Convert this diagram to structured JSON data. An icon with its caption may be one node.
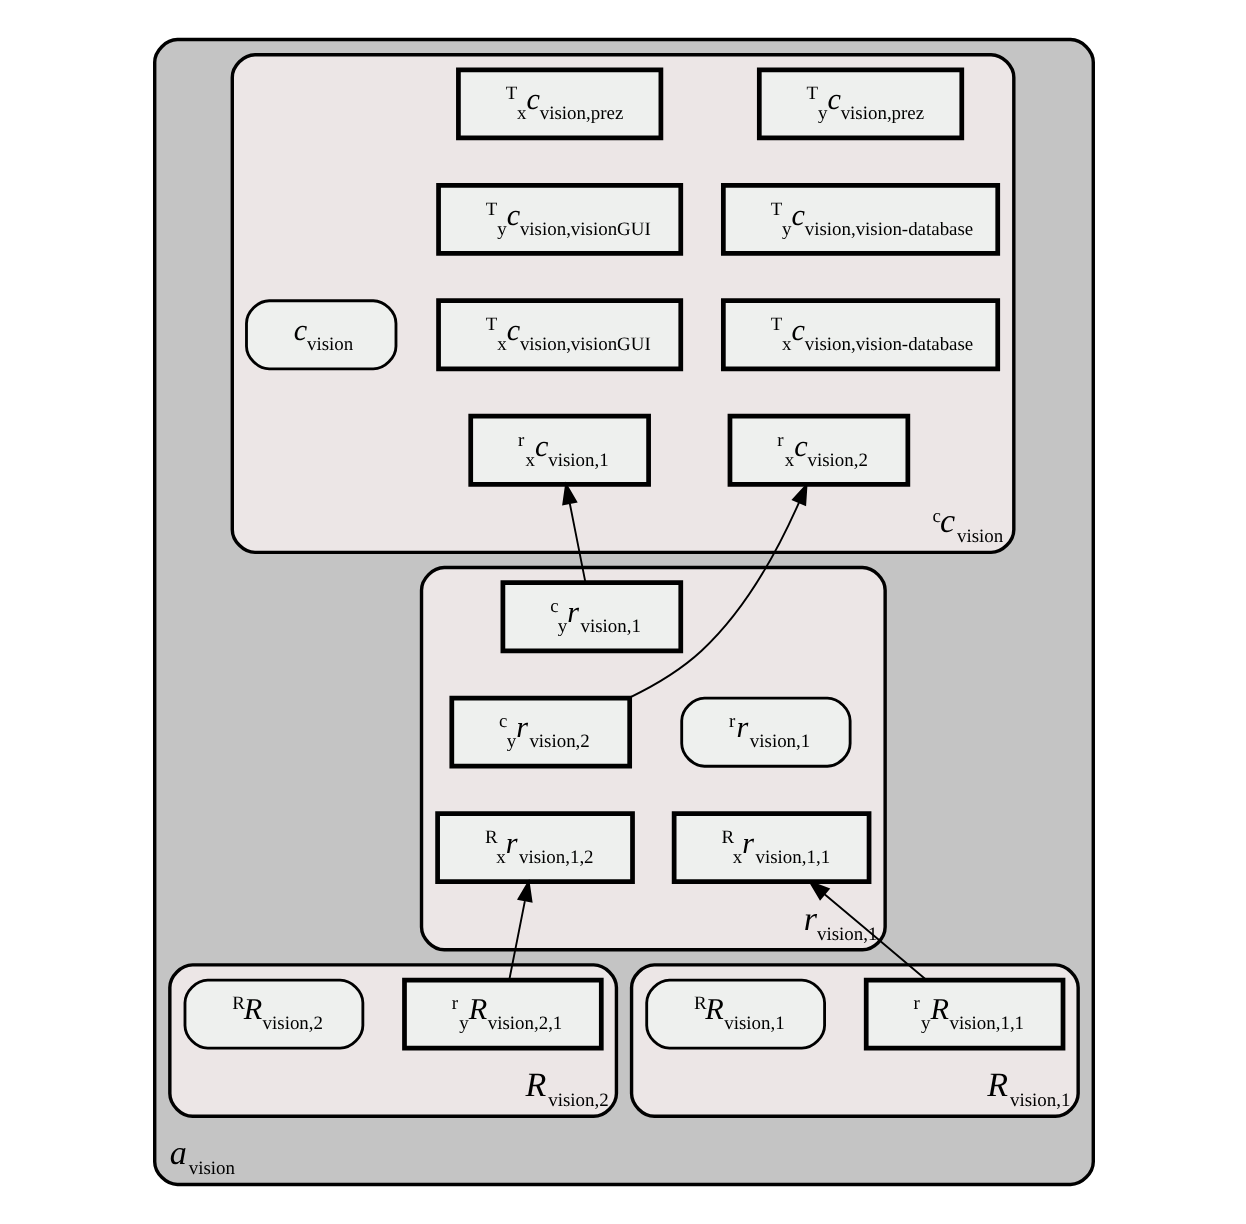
{
  "diagram": {
    "nodes": [
      {
        "text": [
          "*a*$_{vision}$"
        ]
      },
      {
        "text": [
          "$^{c}$*c*$_{vision}$"
        ],
        "in": 0
      },
      {
        "text": [
          "$^{T}$$_{x}$*c*$_{vision,prez}$"
        ],
        "in": 1
      },
      {
        "text": [
          "$^{T}$$_{y}$*c*$_{vision,prez}$"
        ],
        "in": 1
      },
      {
        "text": [
          "$^{T}$$_{y}$*c*$_{vision,visionGUI}$"
        ],
        "in": 1
      },
      {
        "text": [
          "*c*$_{vision}$"
        ],
        "in": 1
      },
      {
        "text": [
          "$^{T}$$_{y}$*c*$_{vision,vision-database}$"
        ],
        "in": 1
      },
      {
        "text": [
          "$^{T}$$_{x}$*c*$_{vision,visionGUI}$"
        ],
        "in": 1
      },
      {
        "text": [
          "$^{T}$$_{x}$*c*$_{vision,vision-database}$"
        ],
        "in": 1
      },
      {
        "text": [
          "$^{r}$$_{x}$*c*$_{vision,1}$"
        ],
        "in": 1
      },
      {
        "text": [
          "$^{r}$$_{x}$*c*$_{vision,2}$"
        ],
        "in": 1
      },
      {
        "text": [
          "*r*$_{vision,1}$"
        ],
        "in": 0
      },
      {
        "text": [
          "$^{c}$$_{y}$*r*$_{vision,1}$"
        ],
        "in": 11
      },
      {
        "text": [
          "$^{c}$$_{y}$*r*$_{vision,2}$"
        ],
        "in": 11
      },
      {
        "text": [
          "$^{r}$*r*$_{vision,1}$"
        ],
        "in": 11
      },
      {
        "text": [
          "$^{R}$$_{x}$*r*$_{vision,1,1}$"
        ],
        "in": 11
      },
      {
        "text": [
          "$^{R}$$_{x}$*r*$_{vision,1,2}$"
        ],
        "in": 11
      },
      {
        "text": [
          "*R*$_{vision,1}$"
        ],
        "in": 0
      },
      {
        "text": [
          "$^{r}$$_{y}$*R*$_{vision,1,1}$"
        ],
        "in": 17
      },
      {
        "text": [
          "$^{R}$*R*$_{vision,1}$"
        ],
        "in": 17
      },
      {
        "text": [
          "*R*$_{vision,2}$"
        ],
        "in": 0
      },
      {
        "text": [
          "$^{r}$$_{y}$*R*$_{vision,2,1}$"
        ],
        "in": 20
      },
      {
        "text": [
          "$^{R}$*R*$_{vision,2}$"
        ],
        "in": 20
      }
    ],
    "edges": [
      {
        "from": 12,
        "to": 9,
        "arrow": "to"
      },
      {
        "from": 13,
        "to": 10,
        "arrow": "to"
      },
      {
        "from": 18,
        "to": 15,
        "arrow": "to"
      },
      {
        "from": 21,
        "to": 16,
        "arrow": "to"
      }
    ]
  }
}
